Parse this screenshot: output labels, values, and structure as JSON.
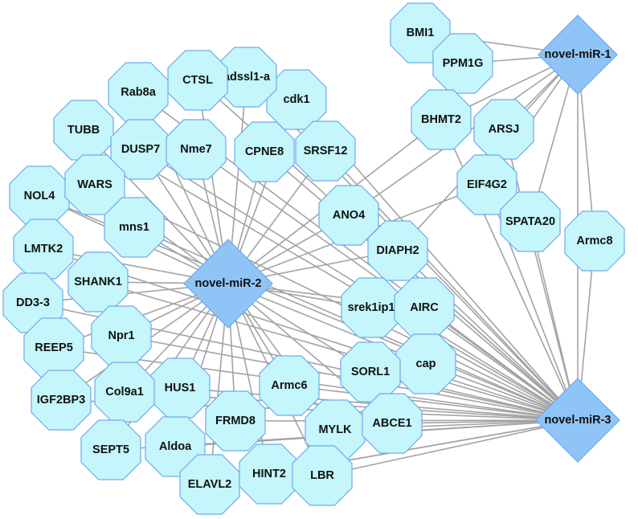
{
  "network": {
    "colors": {
      "gene_fill": "#c4f6fb",
      "mirna_fill": "#8ec5f6",
      "border": "#6fa9ec",
      "edge": "#a3a3a3"
    },
    "mirnas": [
      "novel-miR-1",
      "novel-miR-2",
      "novel-miR-3"
    ],
    "genes": [
      "BMI1",
      "PPM1G",
      "BHMT2",
      "ARSJ",
      "EIF4G2",
      "SPATA20",
      "Armc8",
      "cdk1",
      "adssl1-a",
      "CTSL",
      "Rab8a",
      "TUBB",
      "DUSP7",
      "Nme7",
      "CPNE8",
      "SRSF12",
      "NOL4",
      "WARS",
      "mns1",
      "ANO4",
      "DIAPH2",
      "LMTK2",
      "SHANK1",
      "DD3-3",
      "Npr1",
      "REEP5",
      "srek1ip1",
      "AIRC",
      "cap",
      "SORL1",
      "Armc6",
      "HUS1",
      "Col9a1",
      "IGF2BP3",
      "FRMD8",
      "MYLK",
      "ABCE1",
      "SEPT5",
      "Aldoa",
      "ELAVL2",
      "HINT2",
      "LBR"
    ],
    "edges": [
      [
        "novel-miR-1",
        "BMI1"
      ],
      [
        "novel-miR-1",
        "PPM1G"
      ],
      [
        "novel-miR-1",
        "BHMT2"
      ],
      [
        "novel-miR-1",
        "ARSJ"
      ],
      [
        "novel-miR-1",
        "EIF4G2"
      ],
      [
        "novel-miR-1",
        "SPATA20"
      ],
      [
        "novel-miR-1",
        "Armc8"
      ],
      [
        "novel-miR-1",
        "DIAPH2"
      ],
      [
        "novel-miR-1",
        "ANO4"
      ],
      [
        "novel-miR-1",
        "novel-miR-3"
      ],
      [
        "novel-miR-2",
        "adssl1-a"
      ],
      [
        "novel-miR-2",
        "CTSL"
      ],
      [
        "novel-miR-2",
        "Rab8a"
      ],
      [
        "novel-miR-2",
        "cdk1"
      ],
      [
        "novel-miR-2",
        "TUBB"
      ],
      [
        "novel-miR-2",
        "DUSP7"
      ],
      [
        "novel-miR-2",
        "Nme7"
      ],
      [
        "novel-miR-2",
        "CPNE8"
      ],
      [
        "novel-miR-2",
        "SRSF12"
      ],
      [
        "novel-miR-2",
        "NOL4"
      ],
      [
        "novel-miR-2",
        "WARS"
      ],
      [
        "novel-miR-2",
        "mns1"
      ],
      [
        "novel-miR-2",
        "LMTK2"
      ],
      [
        "novel-miR-2",
        "SHANK1"
      ],
      [
        "novel-miR-2",
        "DD3-3"
      ],
      [
        "novel-miR-2",
        "REEP5"
      ],
      [
        "novel-miR-2",
        "Npr1"
      ],
      [
        "novel-miR-2",
        "IGF2BP3"
      ],
      [
        "novel-miR-2",
        "Col9a1"
      ],
      [
        "novel-miR-2",
        "HUS1"
      ],
      [
        "novel-miR-2",
        "SEPT5"
      ],
      [
        "novel-miR-2",
        "Aldoa"
      ],
      [
        "novel-miR-2",
        "FRMD8"
      ],
      [
        "novel-miR-2",
        "ELAVL2"
      ],
      [
        "novel-miR-2",
        "HINT2"
      ],
      [
        "novel-miR-2",
        "LBR"
      ],
      [
        "novel-miR-2",
        "Armc6"
      ],
      [
        "novel-miR-2",
        "MYLK"
      ],
      [
        "novel-miR-2",
        "ABCE1"
      ],
      [
        "novel-miR-2",
        "SORL1"
      ],
      [
        "novel-miR-2",
        "cap"
      ],
      [
        "novel-miR-2",
        "AIRC"
      ],
      [
        "novel-miR-2",
        "srek1ip1"
      ],
      [
        "novel-miR-2",
        "DIAPH2"
      ],
      [
        "novel-miR-2",
        "ANO4"
      ],
      [
        "novel-miR-2",
        "BHMT2"
      ],
      [
        "novel-miR-2",
        "EIF4G2"
      ],
      [
        "novel-miR-3",
        "EIF4G2"
      ],
      [
        "novel-miR-3",
        "SPATA20"
      ],
      [
        "novel-miR-3",
        "ARSJ"
      ],
      [
        "novel-miR-3",
        "BHMT2"
      ],
      [
        "novel-miR-3",
        "Armc8"
      ],
      [
        "novel-miR-3",
        "DIAPH2"
      ],
      [
        "novel-miR-3",
        "ANO4"
      ],
      [
        "novel-miR-3",
        "AIRC"
      ],
      [
        "novel-miR-3",
        "srek1ip1"
      ],
      [
        "novel-miR-3",
        "cap"
      ],
      [
        "novel-miR-3",
        "SORL1"
      ],
      [
        "novel-miR-3",
        "ABCE1"
      ],
      [
        "novel-miR-3",
        "MYLK"
      ],
      [
        "novel-miR-3",
        "LBR"
      ],
      [
        "novel-miR-3",
        "HINT2"
      ],
      [
        "novel-miR-3",
        "ELAVL2"
      ],
      [
        "novel-miR-3",
        "Aldoa"
      ],
      [
        "novel-miR-3",
        "SEPT5"
      ],
      [
        "novel-miR-3",
        "FRMD8"
      ],
      [
        "novel-miR-3",
        "Armc6"
      ],
      [
        "novel-miR-3",
        "HUS1"
      ],
      [
        "novel-miR-3",
        "Col9a1"
      ],
      [
        "novel-miR-3",
        "IGF2BP3"
      ],
      [
        "novel-miR-3",
        "REEP5"
      ],
      [
        "novel-miR-3",
        "Npr1"
      ],
      [
        "novel-miR-3",
        "DD3-3"
      ],
      [
        "novel-miR-3",
        "SHANK1"
      ],
      [
        "novel-miR-3",
        "LMTK2"
      ],
      [
        "novel-miR-3",
        "mns1"
      ],
      [
        "novel-miR-3",
        "NOL4"
      ],
      [
        "novel-miR-3",
        "WARS"
      ],
      [
        "novel-miR-3",
        "TUBB"
      ],
      [
        "novel-miR-3",
        "DUSP7"
      ],
      [
        "novel-miR-3",
        "Nme7"
      ],
      [
        "novel-miR-3",
        "CPNE8"
      ],
      [
        "novel-miR-3",
        "SRSF12"
      ],
      [
        "novel-miR-3",
        "Rab8a"
      ],
      [
        "novel-miR-3",
        "CTSL"
      ],
      [
        "novel-miR-3",
        "adssl1-a"
      ],
      [
        "novel-miR-3",
        "cdk1"
      ]
    ]
  }
}
